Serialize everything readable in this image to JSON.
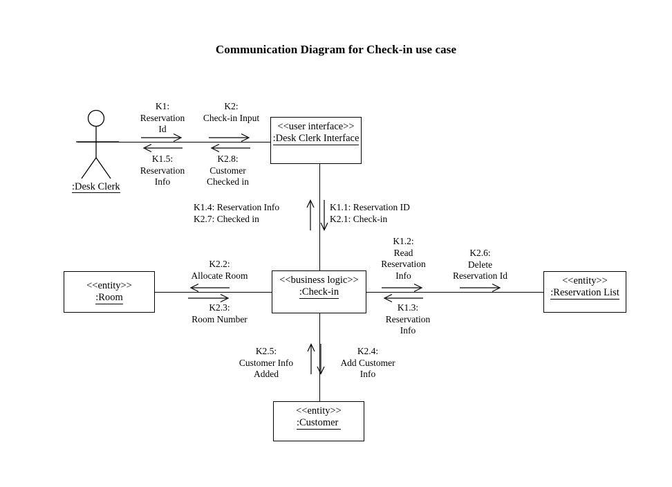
{
  "title": "Communication Diagram for Check-in use case",
  "actor": {
    "name": "actor-desk-clerk",
    "label": ":Desk Clerk"
  },
  "nodes": [
    {
      "id": "desk-clerk-interface",
      "stereotype": "<<user interface>>",
      "objname": ":Desk Clerk Interface"
    },
    {
      "id": "check-in",
      "stereotype": "<<business logic>>",
      "objname": ":Check-in"
    },
    {
      "id": "room",
      "stereotype": "<<entity>>",
      "objname": ":Room"
    },
    {
      "id": "reservation-list",
      "stereotype": "<<entity>>",
      "objname": ":Reservation List"
    },
    {
      "id": "customer",
      "stereotype": "<<entity>>",
      "objname": ":Customer "
    }
  ],
  "messages": {
    "k1": "K1:\nReservation\nId",
    "k2": "K2:\nCheck-in Input",
    "k1_5": "K1.5:\nReservation\nInfo",
    "k2_8": "K2.8:\nCustomer\nChecked in",
    "k1_4_k2_7": "K1.4: Reservation Info\nK2.7: Checked in",
    "k1_1_k2_1": "K1.1: Reservation ID\nK2.1: Check-in",
    "k2_2": "K2.2:\nAllocate Room",
    "k2_3": "K2.3:\nRoom Number",
    "k1_2": "K1.2:\nRead\nReservation\nInfo",
    "k1_3": "K1.3:\nReservation\nInfo",
    "k2_6": "K2.6:\nDelete\nReservation Id",
    "k2_5": "K2.5:\nCustomer Info\nAdded",
    "k2_4": "K2.4:\nAdd Customer\nInfo"
  },
  "colors": {
    "line": "#000000",
    "background": "#ffffff",
    "text": "#000000"
  }
}
